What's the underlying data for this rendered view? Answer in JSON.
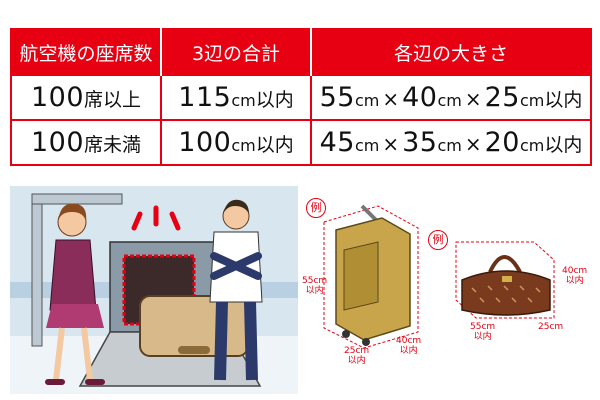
{
  "table": {
    "headers": [
      "航空機の座席数",
      "3辺の合計",
      "各辺の大きさ"
    ],
    "rows": [
      {
        "seats_num": "100",
        "seats_suffix": "席以上",
        "total_num": "115",
        "total_unit": "cm",
        "total_suffix": "以内",
        "dims": [
          {
            "num": "55",
            "unit": "cm"
          },
          {
            "num": "40",
            "unit": "cm"
          },
          {
            "num": "25",
            "unit": "cm"
          }
        ],
        "dims_suffix": "以内",
        "mul": "×"
      },
      {
        "seats_num": "100",
        "seats_suffix": "席未満",
        "total_num": "100",
        "total_unit": "cm",
        "total_suffix": "以内",
        "dims": [
          {
            "num": "45",
            "unit": "cm"
          },
          {
            "num": "35",
            "unit": "cm"
          },
          {
            "num": "20",
            "unit": "cm"
          }
        ],
        "dims_suffix": "以内",
        "mul": "×"
      }
    ]
  },
  "examples": {
    "badge": "例",
    "suitcase": {
      "height": "55cm",
      "depth": "25cm",
      "width": "40cm",
      "suffix": "以内"
    },
    "bag": {
      "height": "40cm",
      "length": "55cm",
      "depth": "25cm",
      "suffix": "以内"
    }
  },
  "colors": {
    "accent": "#e60012",
    "wall": "#d8e6f0",
    "suitcase": "#c8a44a",
    "bag": "#7a3a1e"
  }
}
